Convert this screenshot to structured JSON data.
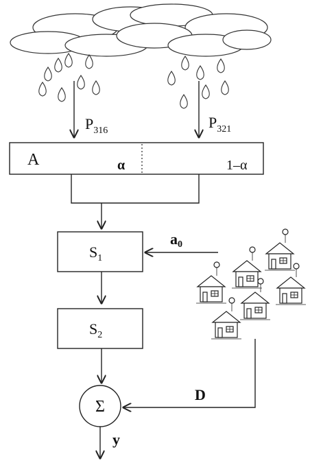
{
  "labels": {
    "precip_left": {
      "main": "P",
      "sub": "316"
    },
    "precip_right": {
      "main": "P",
      "sub": "321"
    },
    "area": "A",
    "alpha": "α",
    "one_minus_alpha": "1–α",
    "storage_1": {
      "main": "S",
      "sub": "1"
    },
    "storage_2": {
      "main": "S",
      "sub": "2"
    },
    "sum": "Σ",
    "anthropogenic": {
      "main": "a",
      "sub": "0"
    },
    "demand": "D",
    "output": "y"
  },
  "icons": {
    "cloud": "cloud-icon",
    "raindrop": "raindrop-icon",
    "house": "house-icon"
  }
}
